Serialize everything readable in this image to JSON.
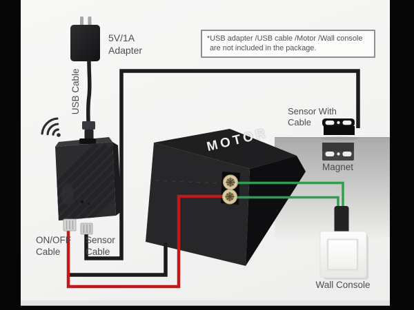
{
  "note": {
    "line1": "*USB adapter /USB cable /Motor /Wall console",
    "line2": "are not included in the package."
  },
  "labels": {
    "adapter_line1": "5V/1A",
    "adapter_line2": "Adapter",
    "usb_cable": "USB Cable",
    "onoff_line1": "ON/OFF",
    "onoff_line2": "Cable",
    "sensor_cable_line1": "Sensor",
    "sensor_cable_line2": "Cable",
    "sensor_with_cable": "Sensor With Cable",
    "magnet": "Magnet",
    "wall_console": "Wall Console",
    "motor": "MOTOR"
  },
  "icons": {
    "wifi": "wifi-signal-icon"
  },
  "colors": {
    "wire_black": "#1b1b1d",
    "wire_red": "#bf1a1b",
    "wire_green": "#2f9e4f",
    "terminal_gold": "#d8c7a0",
    "terminal_core": "#8f7f55",
    "panel_gray": "#ababab",
    "frame_black": "#060606",
    "motor_top": "#1f1f21",
    "motor_left": "#272729",
    "motor_right": "#0e0e10",
    "device_body": "#2c2c2f",
    "adapter_body": "#202023"
  }
}
